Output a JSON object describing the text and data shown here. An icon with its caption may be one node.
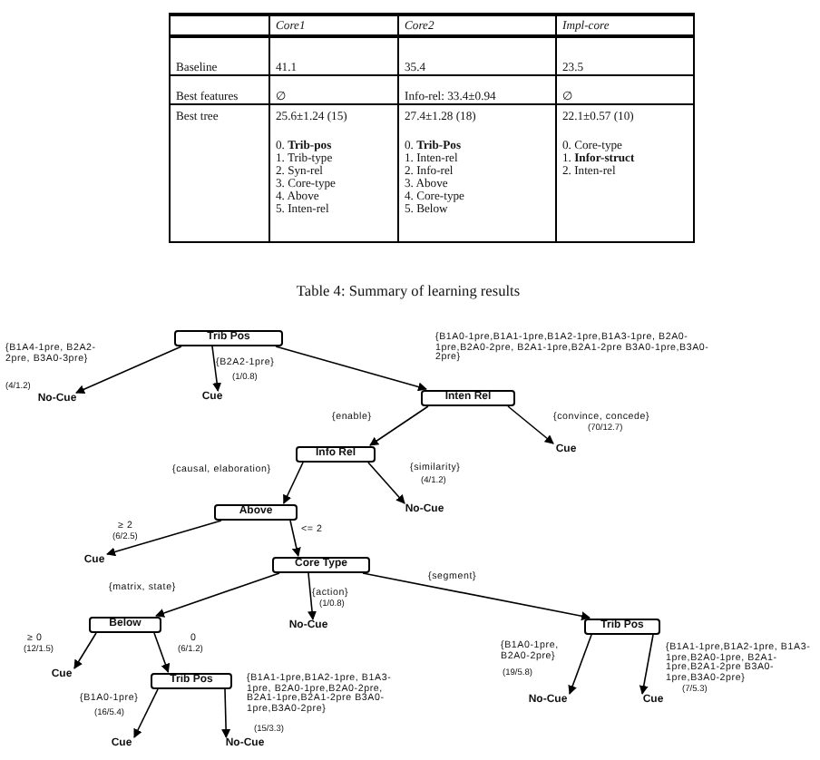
{
  "diagram": {
    "caption": "Table 4: Summary of learning results",
    "nodes": [
      {
        "text": [
          "Trib Pos"
        ]
      },
      {
        "text": [
          "No-Cue"
        ]
      },
      {
        "text": [
          "Cue"
        ]
      },
      {
        "text": [
          "Inten Rel"
        ]
      },
      {
        "text": [
          "Info Rel"
        ]
      },
      {
        "text": [
          "Cue"
        ]
      },
      {
        "text": [
          "Above"
        ]
      },
      {
        "text": [
          "No-Cue"
        ]
      },
      {
        "text": [
          "Cue"
        ]
      },
      {
        "text": [
          "Core Type"
        ]
      },
      {
        "text": [
          "Below"
        ]
      },
      {
        "text": [
          "No-Cue"
        ]
      },
      {
        "text": [
          "Trib Pos"
        ]
      },
      {
        "text": [
          "Cue"
        ]
      },
      {
        "text": [
          "Trib Pos"
        ]
      },
      {
        "text": [
          "No-Cue"
        ]
      },
      {
        "text": [
          "Cue"
        ]
      },
      {
        "text": [
          "Cue"
        ]
      },
      {
        "text": [
          "No-Cue"
        ]
      }
    ],
    "edges": [
      {
        "from": 0,
        "to": 1,
        "arrow": "to",
        "label": "{B1A4-1pre, B2A2-2pre, B3A0-3pre}"
      },
      {
        "from": 0,
        "to": 2,
        "arrow": "to",
        "label": "{B2A2-1pre}"
      },
      {
        "from": 0,
        "to": 3,
        "arrow": "to",
        "label": "{B1A0-1pre,B1A1-1pre,B1A2-1pre,B1A3-1pre, B2A0-1pre,B2A0-2pre, B2A1-1pre,B2A1-2pre B3A0-1pre,B3A0-2pre}"
      },
      {
        "from": 3,
        "to": 4,
        "arrow": "to",
        "label": "{enable}"
      },
      {
        "from": 3,
        "to": 5,
        "arrow": "to",
        "label": "{convince, concede}"
      },
      {
        "from": 4,
        "to": 6,
        "arrow": "to",
        "label": "{causal, elaboration}"
      },
      {
        "from": 4,
        "to": 7,
        "arrow": "to",
        "label": "{similarity}"
      },
      {
        "from": 6,
        "to": 8,
        "arrow": "to",
        "label": "≥ 2"
      },
      {
        "from": 6,
        "to": 9,
        "arrow": "to",
        "label": "<= 2"
      },
      {
        "from": 9,
        "to": 10,
        "arrow": "to",
        "label": "{matrix, state}"
      },
      {
        "from": 9,
        "to": 11,
        "arrow": "to",
        "label": "{action}"
      },
      {
        "from": 9,
        "to": 12,
        "arrow": "to",
        "label": "{segment}"
      },
      {
        "from": 10,
        "to": 13,
        "arrow": "to",
        "label": "≥ 0"
      },
      {
        "from": 10,
        "to": 14,
        "arrow": "to",
        "label": "0"
      },
      {
        "from": 14,
        "to": 17,
        "arrow": "to",
        "label": "{B1A0-1pre}"
      },
      {
        "from": 14,
        "to": 18,
        "arrow": "to",
        "label": "{B1A1-1pre,B1A2-1pre, B1A3-1pre, B2A0-1pre,B2A0-2pre, B2A1-1pre,B2A1-2pre B3A0-1pre,B3A0-2pre}"
      },
      {
        "from": 12,
        "to": 15,
        "arrow": "to",
        "label": "{B1A0-1pre, B2A0-2pre}"
      },
      {
        "from": 12,
        "to": 16,
        "arrow": "to",
        "label": "{B1A1-1pre,B1A2-1pre, B1A3-1pre,B2A0-1pre, B2A1-1pre,B2A1-2pre B3A0-1pre,B3A0-2pre}"
      }
    ],
    "labels": [
      "Core1",
      "Core2",
      "Impl-core",
      "Baseline",
      "41.1",
      "35.4",
      "23.5",
      "Best features",
      "∅",
      "Info-rel: 33.4±0.94",
      "∅",
      "Best tree",
      "25.6±1.24 (15)",
      "0. **Trib-pos**",
      "1. Trib-type",
      "2. Syn-rel",
      "3. Core-type",
      "4. Above",
      "5. Inten-rel",
      "27.4±1.28 (18)",
      "0. **Trib-Pos**",
      "1. Inten-rel",
      "2. Info-rel",
      "3. Above",
      "4. Core-type",
      "5. Below",
      "22.1±0.57 (10)",
      "0. Core-type",
      "1. **Infor-struct**",
      "2. Inten-rel",
      "(4/1.2)",
      "(1/0.8)",
      "(70/12.7)",
      "(4/1.2)",
      "(6/2.5)",
      "(1/0.8)",
      "(12/1.5)",
      "(6/1.2)",
      "(16/5.4)",
      "(15/3.3)",
      "(19/5.8)",
      "(7/5.3)"
    ]
  }
}
